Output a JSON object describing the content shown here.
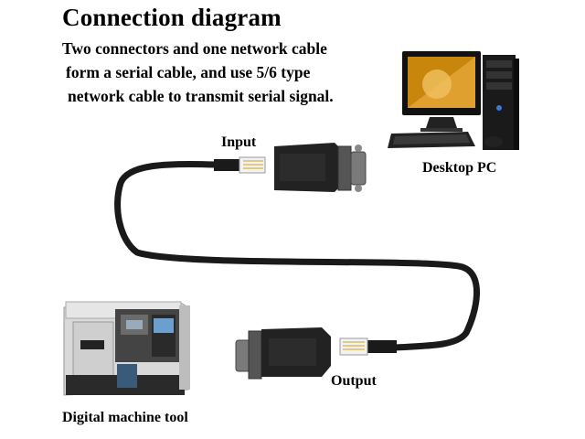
{
  "title": "Connection diagram",
  "description_lines": [
    "Two connectors and one network cable",
    "form a serial cable, and use 5/6 type",
    "network cable to transmit serial signal."
  ],
  "labels": {
    "input": "Input",
    "output": "Output",
    "desktop_pc": "Desktop PC",
    "machine_tool": "Digital machine tool"
  },
  "colors": {
    "cable": "#1a1a1a",
    "connector_body": "#222222",
    "pc_monitor": "#111111",
    "machine_body": "#d9d9d9"
  }
}
